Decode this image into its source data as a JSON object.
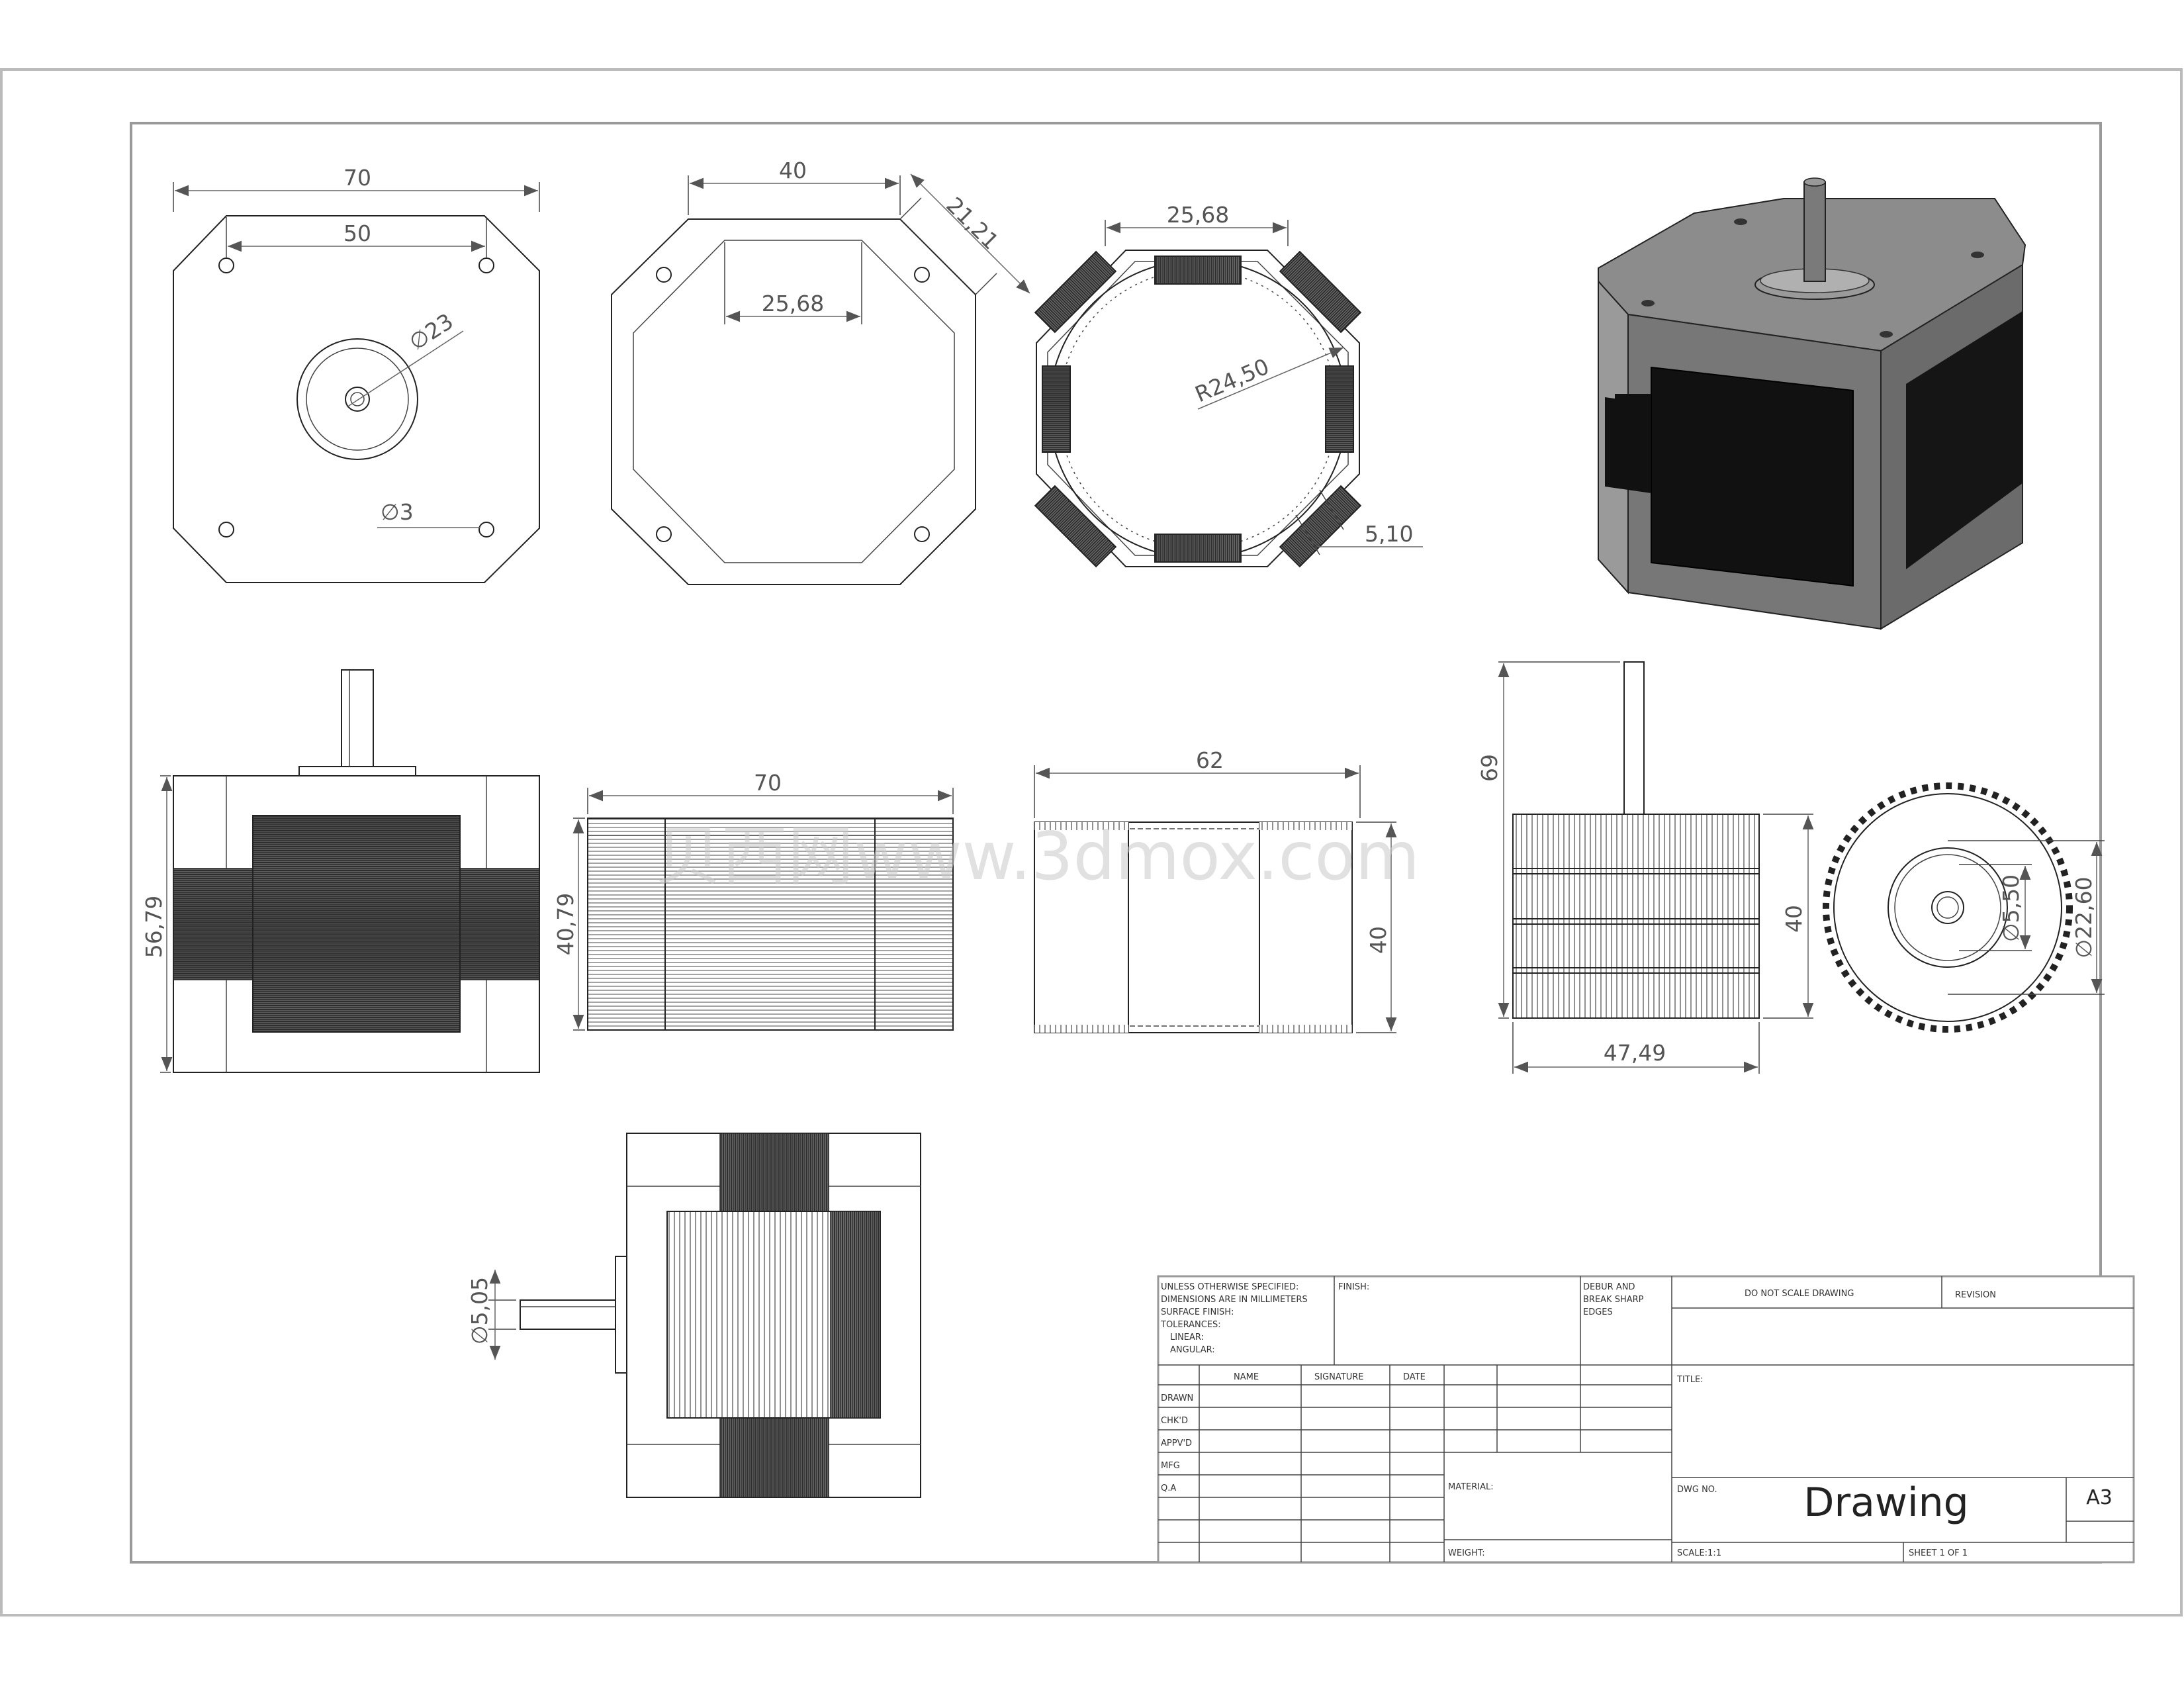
{
  "dimensions": {
    "top_view": {
      "width": "70",
      "hole_spacing": "50",
      "boss_dia": "∅23",
      "hole_dia": "∅3"
    },
    "bottom_view": {
      "width": "40",
      "chamfer": "21,21",
      "inner": "25,68"
    },
    "stator_view": {
      "width": "25,68",
      "radius": "R24,50",
      "pole": "5,10"
    },
    "front_view": {
      "height": "56,79"
    },
    "side_view": {
      "width": "70",
      "height": "40,79"
    },
    "stator_side": {
      "length": "62",
      "height": "40"
    },
    "rotor_side": {
      "overall": "69",
      "height": "40",
      "width": "47,49"
    },
    "rotor_end": {
      "bore": "∅5,50",
      "outer": "∅22,60"
    },
    "bottom_front": {
      "shaft": "∅5,05"
    }
  },
  "watermark": "贝西网www.3dmox.com",
  "title_block": {
    "tolerance_lines": [
      "UNLESS OTHERWISE SPECIFIED:",
      "DIMENSIONS ARE IN MILLIMETERS",
      "SURFACE FINISH:",
      "TOLERANCES:",
      "LINEAR:",
      "ANGULAR:"
    ],
    "finish": "FINISH:",
    "deburr_lines": [
      "DEBUR AND",
      "BREAK SHARP",
      "EDGES"
    ],
    "no_scale": "DO NOT SCALE DRAWING",
    "revision": "REVISION",
    "col_name": "NAME",
    "col_signature": "SIGNATURE",
    "col_date": "DATE",
    "title_label": "TITLE:",
    "rows": [
      "DRAWN",
      "CHK'D",
      "APPV'D",
      "MFG",
      "Q.A"
    ],
    "material": "MATERIAL:",
    "dwg_no": "DWG NO.",
    "dwg_name": "Drawing",
    "size": "A3",
    "weight": "WEIGHT:",
    "scale": "SCALE:1:1",
    "sheet": "SHEET 1 OF 1"
  }
}
